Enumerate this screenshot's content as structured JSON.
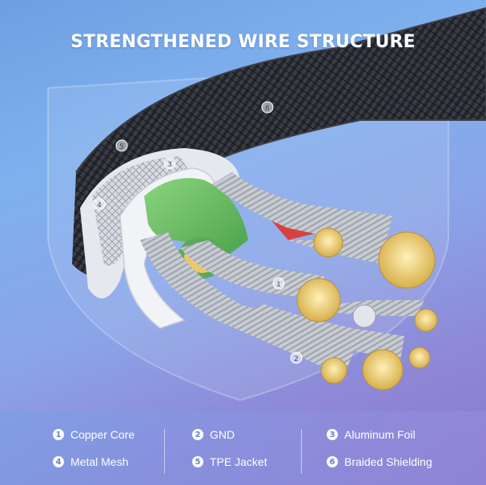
{
  "title": "STRENGTHENED WIRE STRUCTURE",
  "legend": [
    {
      "number": "1",
      "label": "Copper Core"
    },
    {
      "number": "2",
      "label": "GND"
    },
    {
      "number": "3",
      "label": "Aluminum Foil"
    },
    {
      "number": "4",
      "label": "Metal Mesh"
    },
    {
      "number": "5",
      "label": "TPE Jacket"
    },
    {
      "number": "6",
      "label": "Braided Shielding"
    }
  ],
  "callouts": [
    "6",
    "5",
    "3",
    "4",
    "1",
    "2"
  ],
  "colors": {
    "background_top": "#6f9fe3",
    "background_bottom": "#8a78cc",
    "braid": "#1e1f24",
    "foil": "#c9cdd4",
    "jacket": "#e6e8ee",
    "inner_insulation": "#6cc06a",
    "red_insulation": "#d84040",
    "copper": "#e8c96a",
    "silver_strand": "#c4c8d0"
  }
}
